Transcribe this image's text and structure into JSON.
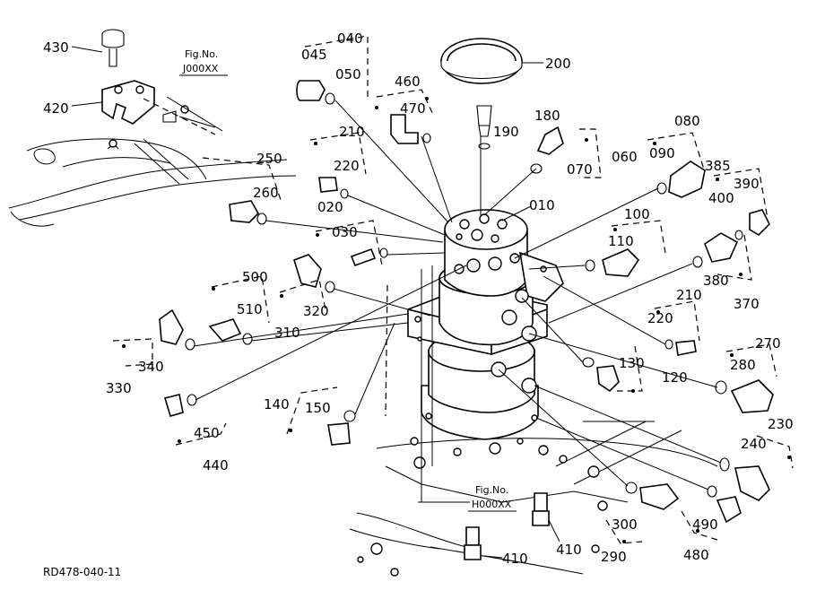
{
  "drawing_code": "RD478-040-11",
  "figure_refs": [
    {
      "id": "fig-j",
      "prefix": "Fig.No.",
      "number": "J000XX"
    },
    {
      "id": "fig-h",
      "prefix": "Fig.No.",
      "number": "H000XX"
    }
  ],
  "part_labels": {
    "p010": "010",
    "p020": "020",
    "p030": "030",
    "p040": "040",
    "p045": "045",
    "p050": "050",
    "p060": "060",
    "p070": "070",
    "p080": "080",
    "p090": "090",
    "p100": "100",
    "p110": "110",
    "p120": "120",
    "p130": "130",
    "p140": "140",
    "p150": "150",
    "p180": "180",
    "p190": "190",
    "p200": "200",
    "p210a": "210",
    "p210b": "210",
    "p220a": "220",
    "p220b": "220",
    "p230": "230",
    "p240": "240",
    "p250": "250",
    "p260": "260",
    "p270": "270",
    "p280": "280",
    "p290": "290",
    "p300": "300",
    "p310": "310",
    "p320": "320",
    "p330": "330",
    "p340": "340",
    "p370": "370",
    "p380": "380",
    "p385": "385",
    "p390": "390",
    "p400": "400",
    "p410a": "410",
    "p410b": "410",
    "p420": "420",
    "p430": "430",
    "p440": "440",
    "p450": "450",
    "p460": "460",
    "p470": "470",
    "p480": "480",
    "p490": "490",
    "p500": "500",
    "p510": "510"
  }
}
